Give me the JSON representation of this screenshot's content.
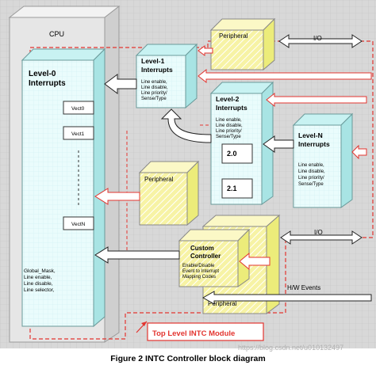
{
  "cpu": {
    "label": "CPU"
  },
  "level0": {
    "title_line1": "Level-0",
    "title_line2": "Interrupts",
    "vectors": [
      "Vect0",
      "Vect1",
      "VectN"
    ],
    "footer": [
      "Global_Mask,",
      "Line enable,",
      "Line disable,",
      "Line selector,"
    ]
  },
  "level1": {
    "title_line1": "Level-1",
    "title_line2": "Interrupts",
    "desc": [
      "Line enable,",
      "Line disable,",
      "Line priority/",
      "Sense/Type"
    ]
  },
  "level2": {
    "title_line1": "Level-2",
    "title_line2": "Interrupts",
    "desc": [
      "Line enable,",
      "Line disable,",
      "Line priority/",
      "Sense/Type"
    ],
    "sub_boxes": [
      "2.0",
      "2.1"
    ]
  },
  "levelN": {
    "title_line1": "Level-N",
    "title_line2": "Interrupts",
    "desc": [
      "Line enable,",
      "Line disable,",
      "Line priority/",
      "Sense/Type"
    ]
  },
  "peripheral_top": {
    "label": "Peripheral"
  },
  "peripheral_mid": {
    "label": "Peripheral"
  },
  "peripheral_bottom": {
    "label": "Peripheral"
  },
  "custom_controller": {
    "title_line1": "Custom",
    "title_line2": "Controller",
    "desc": [
      "Enable/Disable",
      "Event to Interrupt",
      "Mapping Codes"
    ]
  },
  "io_top": {
    "label": "I/O"
  },
  "io_bottom": {
    "label": "I/O"
  },
  "hw_events": {
    "label": "H/W Events"
  },
  "top_level": {
    "label": "Top Level INTC Module"
  },
  "caption": {
    "text": "Figure 2 INTC Controller block diagram"
  },
  "watermark": {
    "text": "https://blog.csdn.net/u010132497"
  },
  "colors": {
    "background_grid": "#d8d8d8",
    "cpu_fill": "#e4e4e4",
    "box_front": "#e8fbfb",
    "box_side": "#a8e4e4",
    "box_top": "#c8f2f2",
    "peri_front": "#f7f3a5",
    "peri_side": "#ecec7a",
    "accent_red": "#e3342f",
    "arrow_red_fill": "#ffffff"
  }
}
